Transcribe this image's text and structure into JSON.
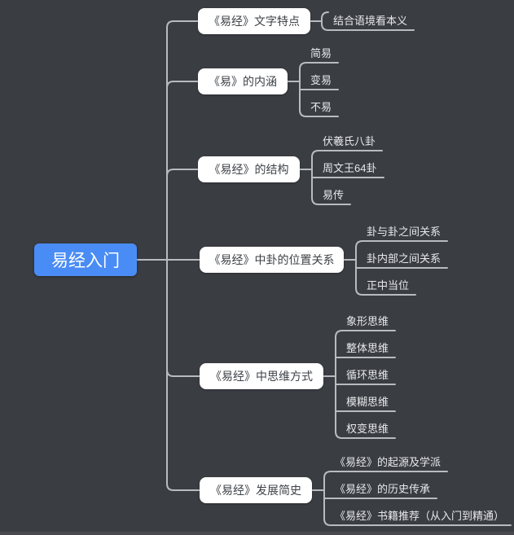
{
  "canvas": {
    "background": "#3a3d42",
    "connector_color": "#b9bbbf",
    "subtopic_text_color": "#e8e9eb",
    "topic_bg": "#ffffff",
    "topic_text_color": "#3e4247",
    "bottom_strip_color": "#47494e"
  },
  "root": {
    "label": "易经入门",
    "bg": "#4a8cf5",
    "text_color": "#ffffff"
  },
  "branches": [
    {
      "label": "《易经》文字特点",
      "children": [
        "结合语境看本义"
      ]
    },
    {
      "label": "《易》的内涵",
      "children": [
        "简易",
        "变易",
        "不易"
      ]
    },
    {
      "label": "《易经》的结构",
      "children": [
        "伏羲氏八卦",
        "周文王64卦",
        "易传"
      ]
    },
    {
      "label": "《易经》中卦的位置关系",
      "children": [
        "卦与卦之间关系",
        "卦内部之间关系",
        "正中当位"
      ]
    },
    {
      "label": "《易经》中思维方式",
      "children": [
        "象形思维",
        "整体思维",
        "循环思维",
        "模糊思维",
        "权变思维"
      ]
    },
    {
      "label": "《易经》发展简史",
      "children": [
        "《易经》的起源及学派",
        "《易经》的历史传承",
        "《易经》书籍推荐（从入门到精通）"
      ]
    }
  ]
}
